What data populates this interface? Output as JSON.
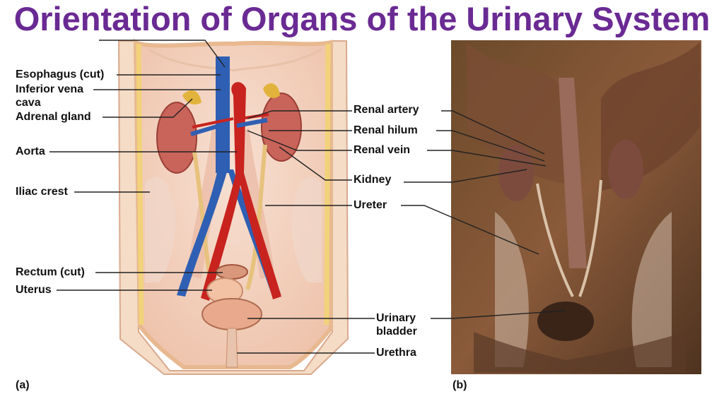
{
  "title": "Orientation of Organs of the Urinary System",
  "panel_a": {
    "label": "(a)",
    "left_labels": {
      "esophagus": "Esophagus (cut)",
      "ivc_1": "Inferior vena",
      "ivc_2": "cava",
      "adrenal": "Adrenal gland",
      "aorta": "Aorta",
      "iliac": "Iliac crest",
      "rectum": "Rectum (cut)",
      "uterus": "Uterus"
    }
  },
  "center_labels": {
    "renal_artery": "Renal artery",
    "renal_hilum": "Renal hilum",
    "renal_vein": "Renal vein",
    "kidney": "Kidney",
    "ureter": "Ureter",
    "bladder_1": "Urinary",
    "bladder_2": "bladder",
    "urethra": "Urethra"
  },
  "panel_b": {
    "label": "(b)"
  },
  "colors": {
    "title": "#6a2a93",
    "aorta": "#c8231f",
    "vena_cava": "#2f5fb3",
    "kidney": "#c9645a",
    "adrenal": "#e2b33c",
    "ureter": "#e7c27d",
    "skin": "#f3d3bf"
  }
}
